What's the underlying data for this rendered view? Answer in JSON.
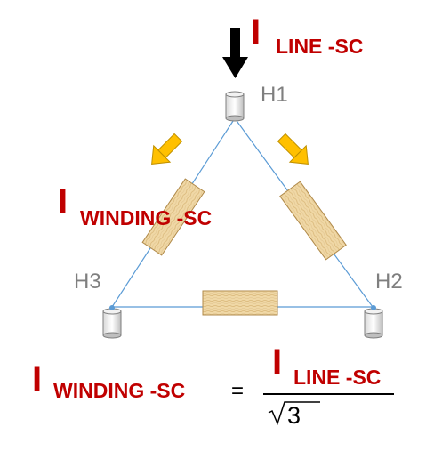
{
  "top_label": {
    "big": "I",
    "sub": "LINE -SC"
  },
  "winding_label": {
    "big": "I",
    "sub": "WINDING -SC"
  },
  "nodes": {
    "h1": "H1",
    "h2": "H2",
    "h3": "H3"
  },
  "formula": {
    "lhs_big": "I",
    "lhs_sub": "WINDING -SC",
    "equals": "=",
    "num_big": "I",
    "num_sub": "LINE -SC",
    "radicand": "3"
  }
}
